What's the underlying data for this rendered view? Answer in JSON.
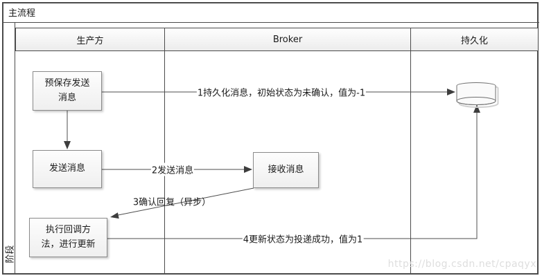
{
  "diagram": {
    "title": "主流程",
    "stage_label": "阶段",
    "type": "swimlane-flowchart",
    "lanes": [
      {
        "id": "producer",
        "label": "生产方"
      },
      {
        "id": "broker",
        "label": "Broker"
      },
      {
        "id": "persistence",
        "label": "持久化"
      }
    ],
    "nodes": {
      "presave": {
        "label": "预保存发送\n消息",
        "lane": "生产方"
      },
      "send": {
        "label": "发送消息",
        "lane": "生产方"
      },
      "receive": {
        "label": "接收消息",
        "lane": "Broker"
      },
      "callback": {
        "label": "执行回调方\n法，进行更新",
        "lane": "生产方"
      },
      "database": {
        "icon": "database-cylinder-icon",
        "lane": "持久化"
      }
    },
    "arrows": [
      {
        "seq": 1,
        "label": "1持久化消息，初始状态为未确认，值为-1",
        "from": "presave",
        "to": "database"
      },
      {
        "seq": 2,
        "label": "2发送消息",
        "from": "send",
        "to": "receive"
      },
      {
        "seq": 3,
        "label": "3确认回复（异步）",
        "from": "receive",
        "to": "callback"
      },
      {
        "seq": 4,
        "label": "4更新状态为投递成功，值为1",
        "from": "callback",
        "to": "database"
      },
      {
        "seq": 0,
        "label": "",
        "from": "presave",
        "to": "send"
      }
    ],
    "watermark": "https://blog.csdn.net/cpaqyx",
    "colors": {
      "line": "#4d4d4d",
      "frame_border": "#4a4a4a",
      "node_border": "#8a8a8a",
      "node_fill_top": "#fdfdfd",
      "node_fill_bottom": "#efefef",
      "header_fill": "#f3f3f3",
      "watermark": "#dedede",
      "text": "#1a1a1a"
    }
  }
}
